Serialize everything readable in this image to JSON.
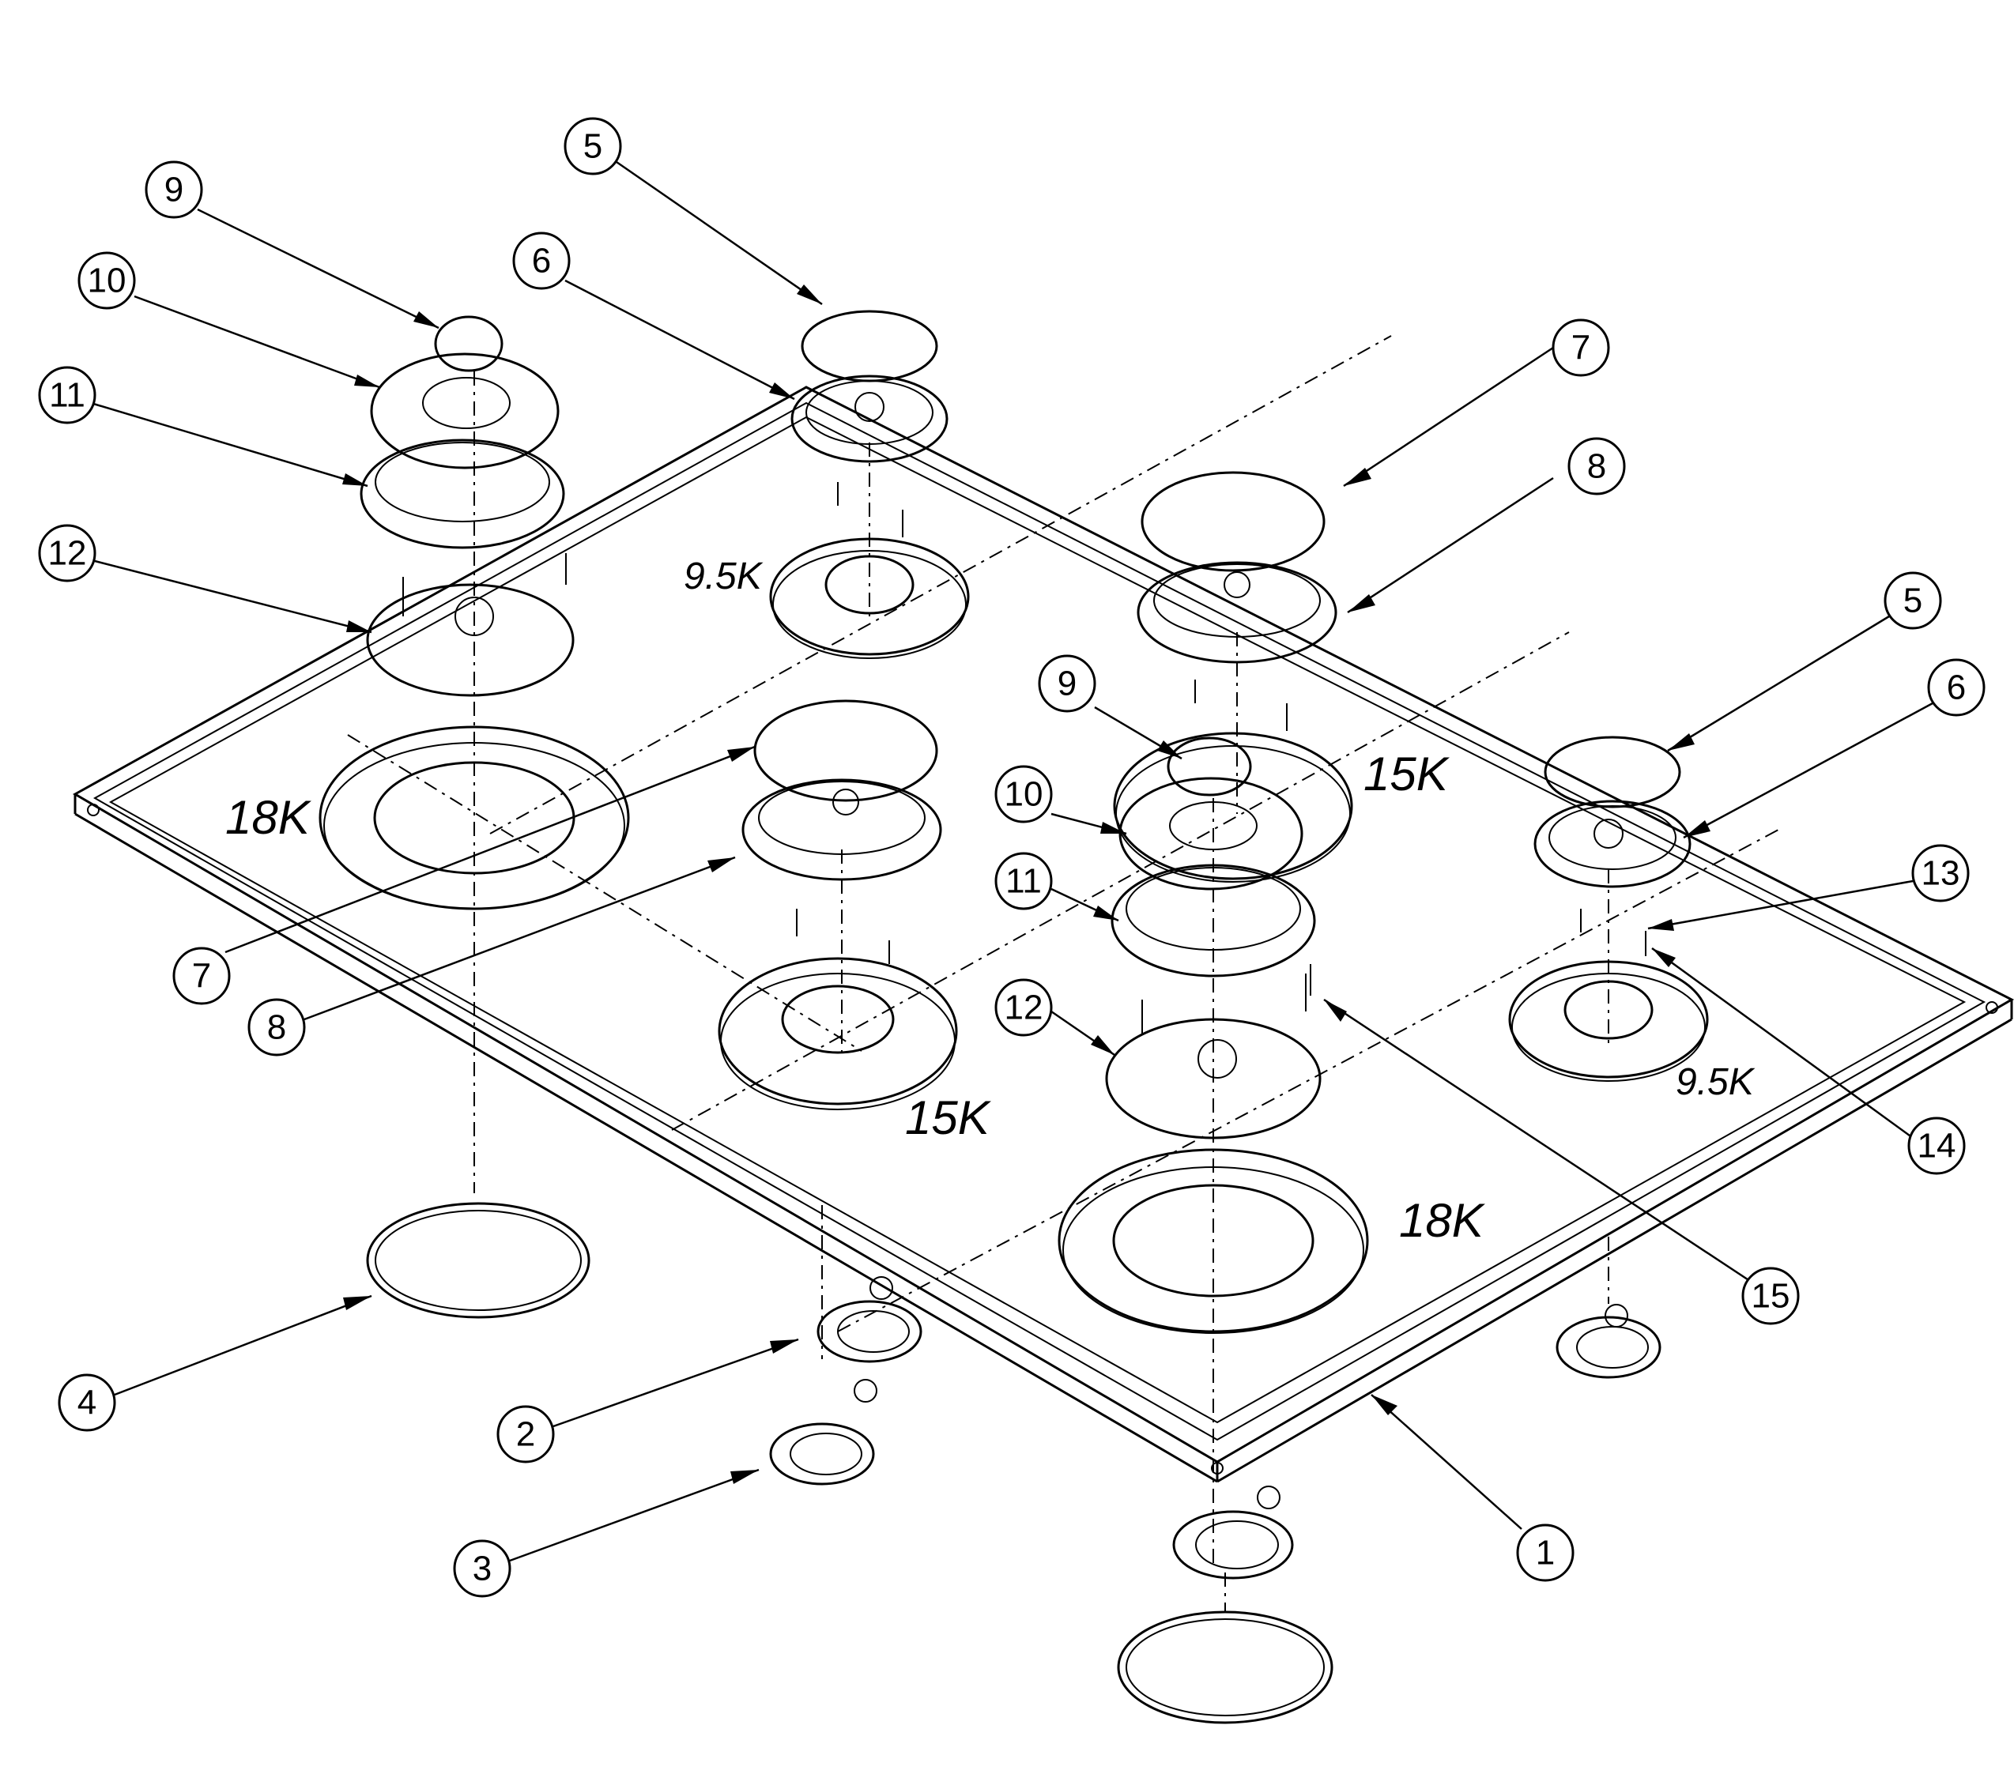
{
  "callouts": [
    {
      "label": "1"
    },
    {
      "label": "2"
    },
    {
      "label": "3"
    },
    {
      "label": "4"
    },
    {
      "label": "5"
    },
    {
      "label": "5"
    },
    {
      "label": "6"
    },
    {
      "label": "6"
    },
    {
      "label": "7"
    },
    {
      "label": "7"
    },
    {
      "label": "8"
    },
    {
      "label": "8"
    },
    {
      "label": "9"
    },
    {
      "label": "9"
    },
    {
      "label": "10"
    },
    {
      "label": "10"
    },
    {
      "label": "11"
    },
    {
      "label": "11"
    },
    {
      "label": "12"
    },
    {
      "label": "12"
    },
    {
      "label": "13"
    },
    {
      "label": "14"
    },
    {
      "label": "15"
    }
  ],
  "ratings": [
    {
      "label": "18K"
    },
    {
      "label": "9.5K"
    },
    {
      "label": "15K"
    },
    {
      "label": "15K"
    },
    {
      "label": "18K"
    },
    {
      "label": "9.5K"
    }
  ]
}
